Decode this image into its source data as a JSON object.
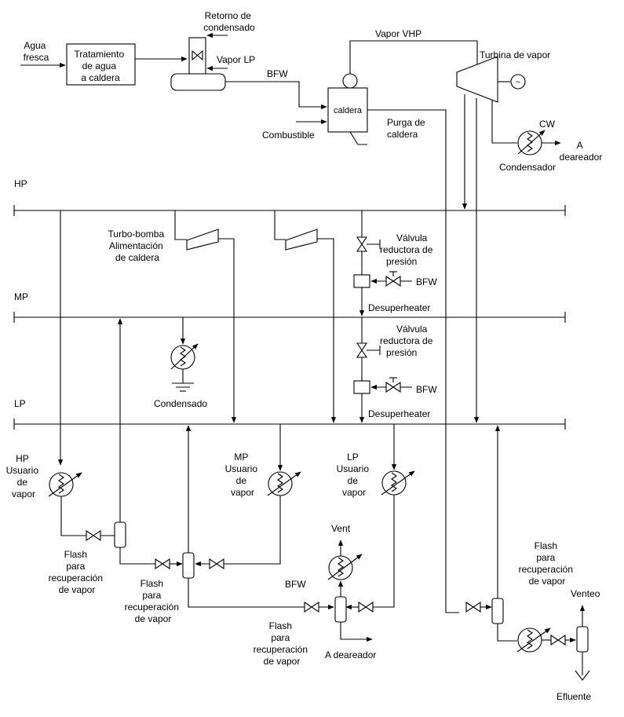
{
  "headers": {
    "hp": "HP",
    "mp": "MP",
    "lp": "LP"
  },
  "labels": {
    "agua_fresca": [
      "Agua",
      "fresca"
    ],
    "tratamiento": [
      "Tratamiento",
      "de agua",
      "a caldera"
    ],
    "retorno": [
      "Retorno de",
      "condensado"
    ],
    "vapor_lp": "Vapor LP",
    "bfw_top": "BFW",
    "vapor_vhp": "Vapor VHP",
    "turbina": "Turbina de vapor",
    "caldera": "caldera",
    "combustible": "Combustible",
    "purga": [
      "Purga de",
      "caldera"
    ],
    "cw": "CW",
    "a_deaereador_top": [
      "A",
      "deareador"
    ],
    "condensador": "Condensador",
    "turbo_bomba": [
      "Turbo-bomba",
      "Alimentación",
      "de caldera"
    ],
    "valvula_1": [
      "Válvula",
      "reductora de",
      "presión"
    ],
    "valvula_2": [
      "Válvula",
      "reductora de",
      "presión"
    ],
    "bfw_1": "BFW",
    "bfw_2": "BFW",
    "desuperheater_1": "Desuperheater",
    "desuperheater_2": "Desuperheater",
    "condensado": "Condensado",
    "hp_user": [
      "HP",
      "Usuario",
      "de",
      "vapor"
    ],
    "mp_user": [
      "MP",
      "Usuario",
      "de",
      "vapor"
    ],
    "lp_user": [
      "LP",
      "Usuario",
      "de",
      "vapor"
    ],
    "flash_1": [
      "Flash",
      "para",
      "recuperación",
      "de vapor"
    ],
    "flash_2": [
      "Flash",
      "para",
      "recuperación",
      "de vapor"
    ],
    "flash_3": [
      "Flash",
      "para",
      "recuperación",
      "de vapor"
    ],
    "flash_4": [
      "Flash",
      "para",
      "recuperación",
      "de vapor"
    ],
    "vent": "Vent",
    "bfw_bottom": "BFW",
    "a_deaereador_bottom": "A deareador",
    "venteo": "Venteo",
    "efluente": "Efluente"
  }
}
